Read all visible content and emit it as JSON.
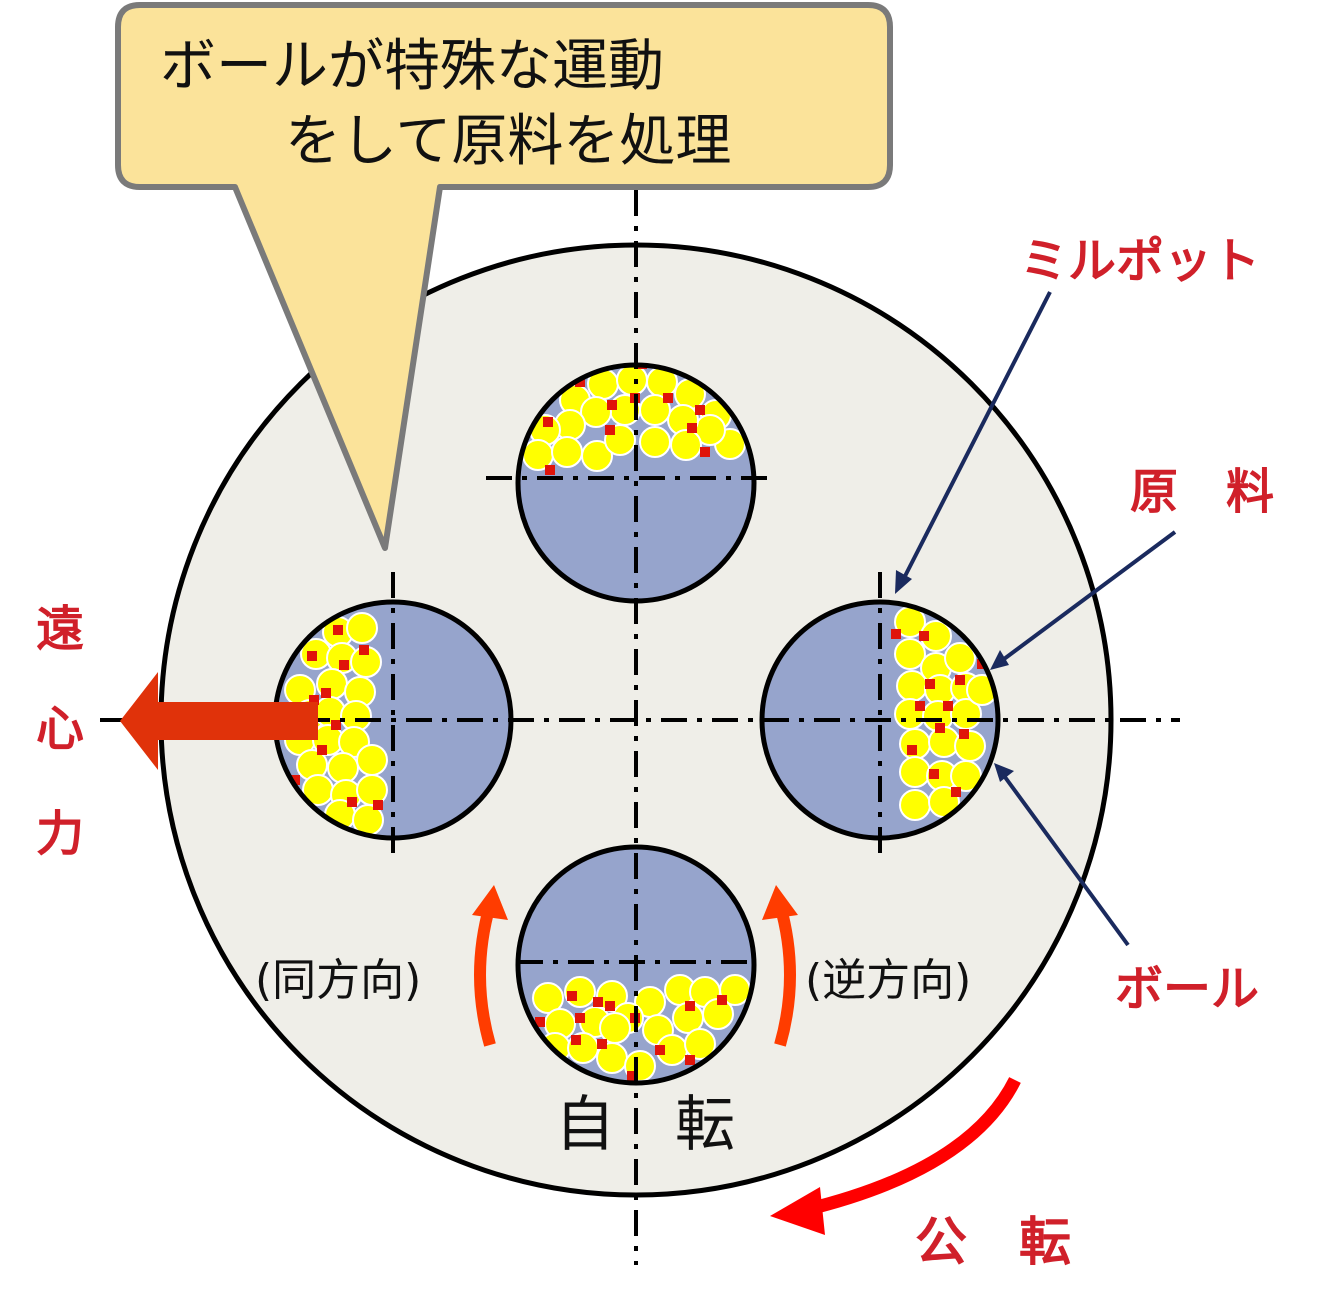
{
  "callout": {
    "line1": "ボールが特殊な運動",
    "line2": "をして原料を処理"
  },
  "labels": {
    "mill_pot": "ミルポット",
    "material": "原　料",
    "ball": "ボール",
    "centrifugal_1": "遠",
    "centrifugal_2": "心",
    "centrifugal_3": "力",
    "same_direction": "(同方向)",
    "reverse_direction": "(逆方向)",
    "rotation": "自　転",
    "revolution": "公　転"
  },
  "colors": {
    "disk": "#efeee8",
    "pot": "#96a4cc",
    "ball": "#ffff00",
    "material": "#e0140a",
    "callout": "#fbe39a",
    "callout_border": "#7a7a7a",
    "label_red": "#d0202a",
    "leader": "#1a2a5e",
    "arrow_orange": "#ff3c00",
    "arrow_red": "#ff0000"
  }
}
